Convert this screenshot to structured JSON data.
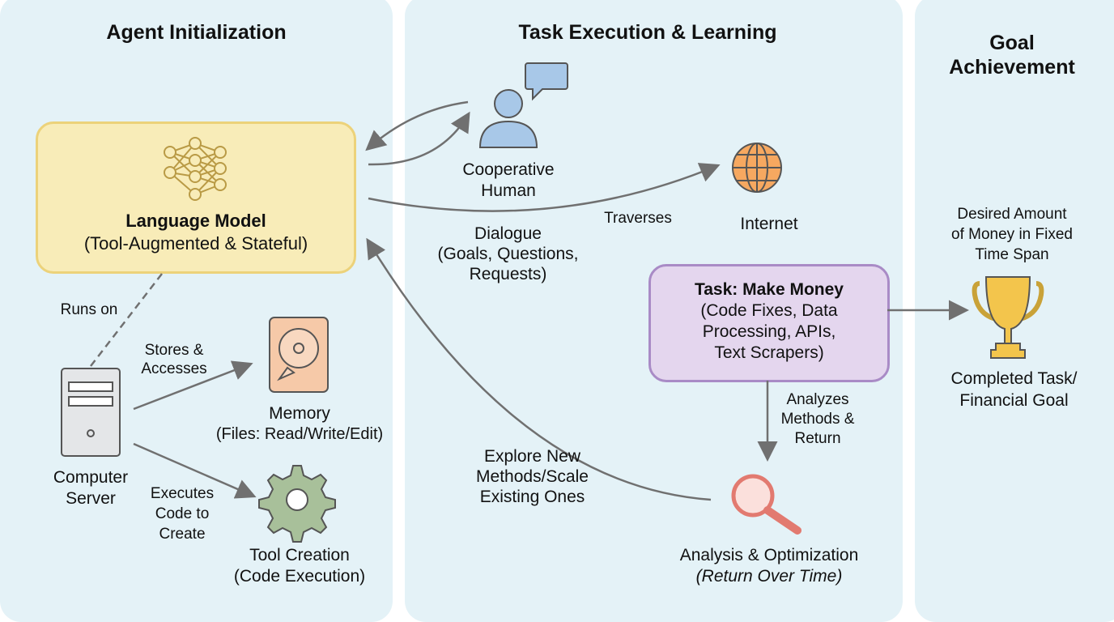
{
  "panels": {
    "init": {
      "title": "Agent Initialization"
    },
    "exec": {
      "title": "Task Execution & Learning"
    },
    "goal": {
      "title": "Goal Achievement"
    }
  },
  "nodes": {
    "language_model": {
      "title": "Language Model",
      "subtitle": "(Tool-Augmented & Stateful)",
      "icon": "neural-network-icon"
    },
    "human": {
      "line1": "Cooperative",
      "line2": "Human",
      "icon": "person-speech-icon"
    },
    "internet": {
      "label": "Internet",
      "icon": "globe-icon"
    },
    "server": {
      "line1": "Computer",
      "line2": "Server",
      "icon": "server-icon"
    },
    "memory": {
      "title": "Memory",
      "subtitle": "(Files: Read/Write/Edit)",
      "icon": "hard-drive-icon"
    },
    "tool": {
      "title": "Tool Creation",
      "subtitle": "(Code Execution)",
      "icon": "gear-icon"
    },
    "task": {
      "title": "Task: Make Money",
      "l1": "(Code Fixes, Data",
      "l2": "Processing, APIs,",
      "l3": "Text Scrapers)"
    },
    "analysis": {
      "title": "Analysis & Optimization",
      "subtitle": "(Return Over Time)",
      "icon": "magnifier-icon"
    },
    "goal": {
      "l1": "Completed Task/",
      "l2": "Financial Goal",
      "icon": "trophy-icon"
    }
  },
  "edges": {
    "runs_on": "Runs on",
    "stores": [
      "Stores &",
      "Accesses"
    ],
    "executes": [
      "Executes",
      "Code to",
      "Create"
    ],
    "dialogue": [
      "Dialogue",
      "(Goals, Questions,",
      "Requests)"
    ],
    "traverses": "Traverses",
    "analyzes": [
      "Analyzes",
      "Methods &",
      "Return"
    ],
    "explore": [
      "Explore New",
      "Methods/Scale",
      "Existing Ones"
    ],
    "desired": [
      "Desired Amount",
      "of Money in Fixed",
      "Time Span"
    ]
  },
  "colors": {
    "panel": "#e4f2f7",
    "lm_fill": "#f8ecb8",
    "lm_border": "#ecd27a",
    "task_fill": "#e4d6ee",
    "task_border": "#a98bc6",
    "arrow": "#707070"
  }
}
